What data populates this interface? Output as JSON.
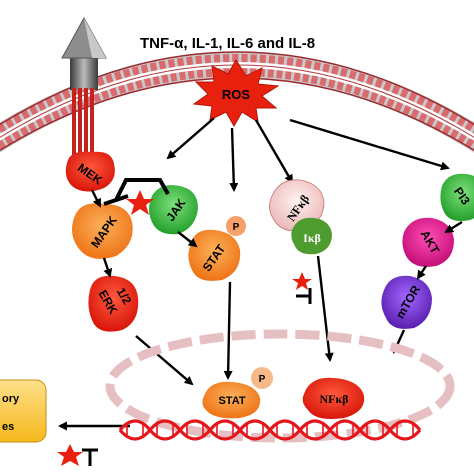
{
  "title": "TNF-α, IL-1, IL-6 and IL-8",
  "ros": "ROS",
  "nodes": {
    "mek": "MEK",
    "mapk": "MAPK",
    "jak": "JAK",
    "stat_cyto": "STAT",
    "stat_p": "P",
    "nfkb_cyto": "NFκβ",
    "ikb": "Iκβ",
    "pi3k": "PI3",
    "akt": "AKT",
    "mtor": "mTOR",
    "erk_line1": "ERK",
    "erk_line2": "1/2",
    "stat_nuc": "STAT",
    "stat_nuc_p": "P",
    "nfkb_nuc": "NFκβ"
  },
  "output_box": {
    "line1": "ory",
    "line2": "es"
  },
  "colors": {
    "red": "#e8210f",
    "orange": "#f47a1c",
    "green": "#35b335",
    "pink": "#f3cdcd",
    "magenta": "#e0148c",
    "purple": "#7a2fd6",
    "membrane": "#b8282c",
    "yellow_box": "#f8c32a",
    "dna": "#e4161c"
  }
}
